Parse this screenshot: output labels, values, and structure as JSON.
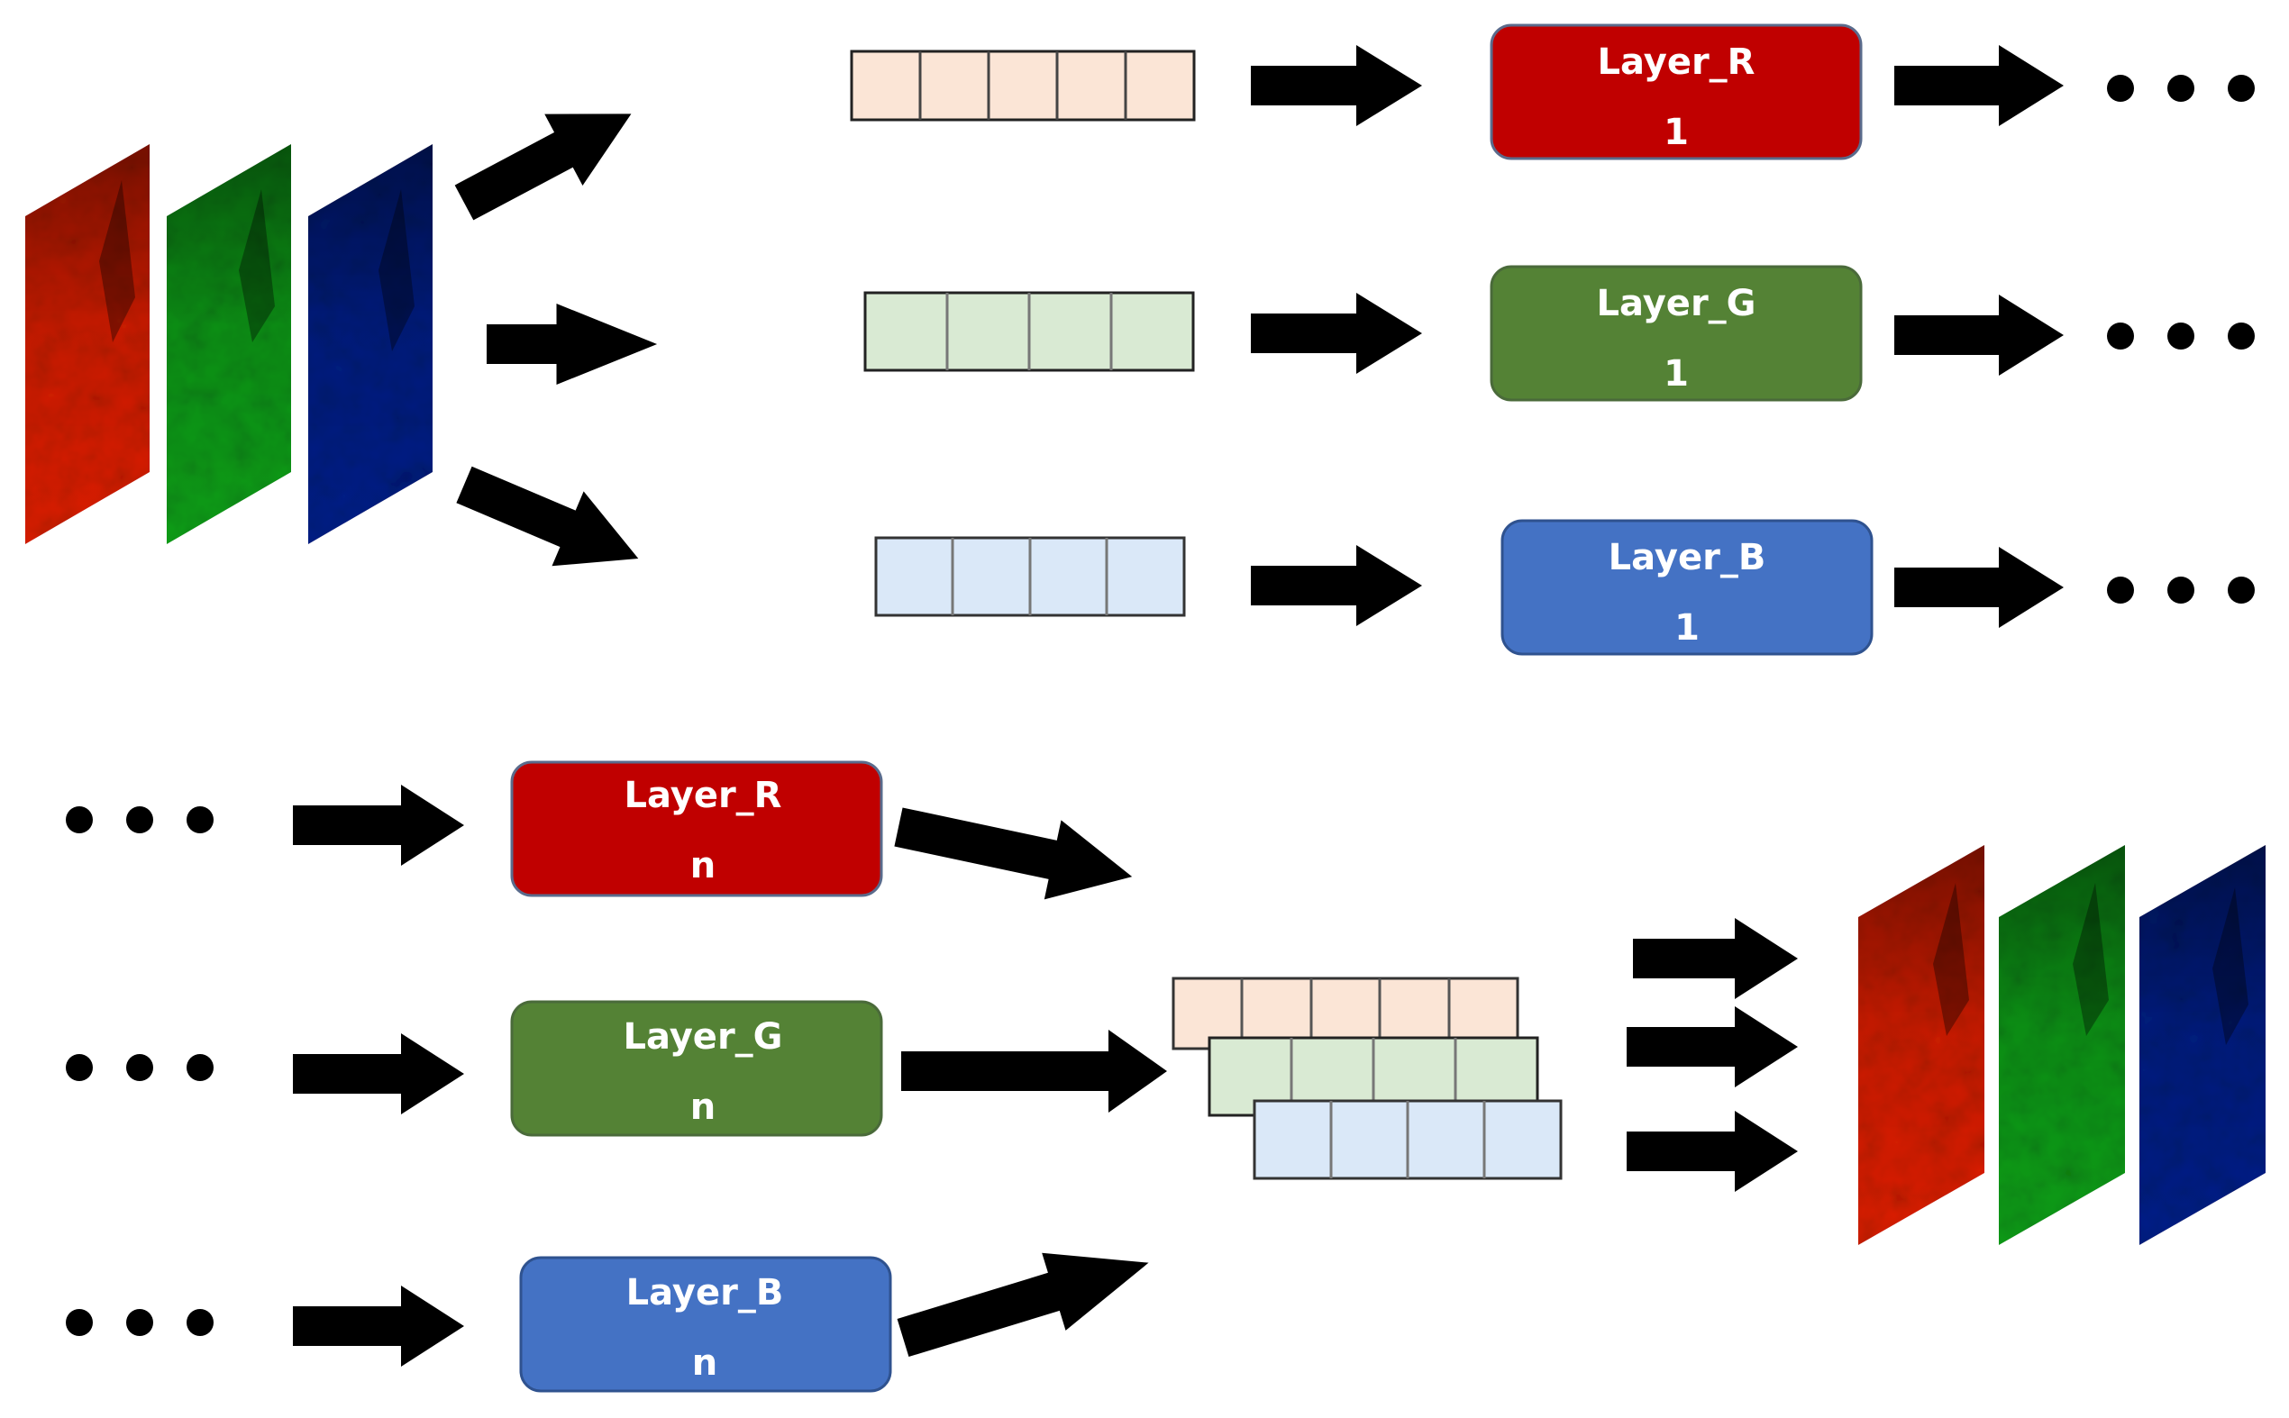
{
  "colors": {
    "red_layer": "#c00000",
    "green_layer": "#548235",
    "blue_layer": "#4472c4",
    "tensor_red": "#fbe5d6",
    "tensor_green": "#d9ead3",
    "tensor_blue": "#dae8f8",
    "arrow": "#000000",
    "channel_red": "#e02000",
    "channel_green": "#10a018",
    "channel_blue": "#06208a"
  },
  "input_channels": [
    "red",
    "green",
    "blue"
  ],
  "output_channels": [
    "red",
    "green",
    "blue"
  ],
  "first_layers": [
    {
      "channel": "red",
      "title": "Layer_R",
      "index": "1"
    },
    {
      "channel": "green",
      "title": "Layer_G",
      "index": "1"
    },
    {
      "channel": "blue",
      "title": "Layer_B",
      "index": "1"
    }
  ],
  "last_layers": [
    {
      "channel": "red",
      "title": "Layer_R",
      "index": "n"
    },
    {
      "channel": "green",
      "title": "Layer_G",
      "index": "n"
    },
    {
      "channel": "blue",
      "title": "Layer_B",
      "index": "n"
    }
  ],
  "continuation_icon": "ellipsis-icon",
  "arrow_icon": "right-arrow-icon"
}
